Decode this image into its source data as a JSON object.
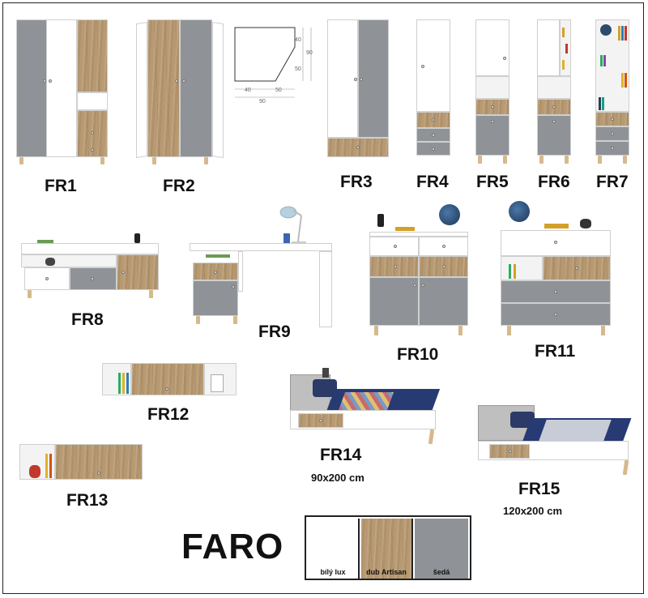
{
  "brand": "FARO",
  "products": {
    "fr1": "FR1",
    "fr2": "FR2",
    "fr3": "FR3",
    "fr4": "FR4",
    "fr5": "FR5",
    "fr6": "FR6",
    "fr7": "FR7",
    "fr8": "FR8",
    "fr9": "FR9",
    "fr10": "FR10",
    "fr11": "FR11",
    "fr12": "FR12",
    "fr13": "FR13",
    "fr14": "FR14",
    "fr15": "FR15"
  },
  "bed_sizes": {
    "fr14": "90x200 cm",
    "fr15": "120x200 cm"
  },
  "corner_diagram": {
    "d40_right": "40",
    "d50_right": "50",
    "d90_right": "90",
    "d40_bottom": "40",
    "d50_bottom": "50",
    "d90_bottom": "90"
  },
  "swatches": [
    {
      "label": "bílý lux",
      "color": "#ffffff"
    },
    {
      "label": "dub Artisan",
      "color": "#b89a72"
    },
    {
      "label": "šedá",
      "color": "#8f9397"
    }
  ]
}
